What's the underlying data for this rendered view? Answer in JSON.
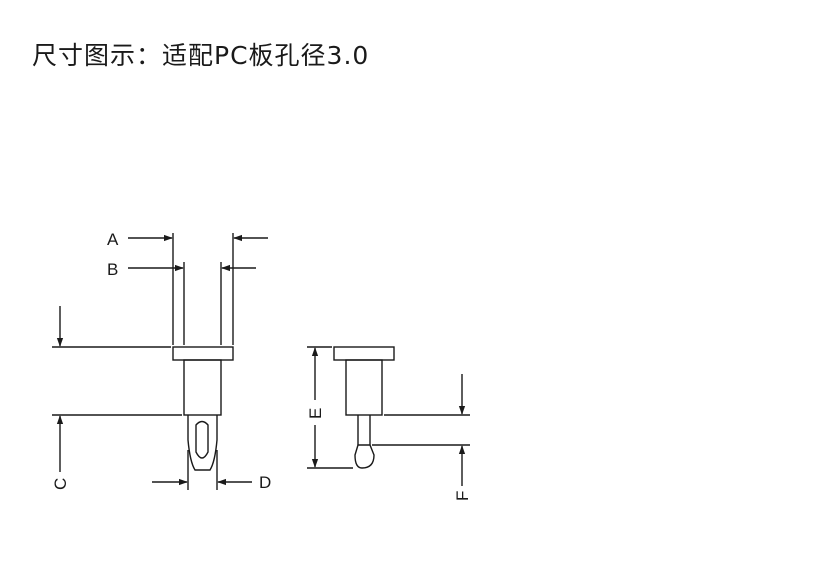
{
  "title": "尺寸图示：适配PC板孔径3.0",
  "labels": {
    "a": "A",
    "b": "B",
    "c": "C",
    "d": "D",
    "e": "E",
    "f": "F"
  },
  "colors": {
    "ink": "#1a1a1a",
    "background": "#ffffff"
  }
}
